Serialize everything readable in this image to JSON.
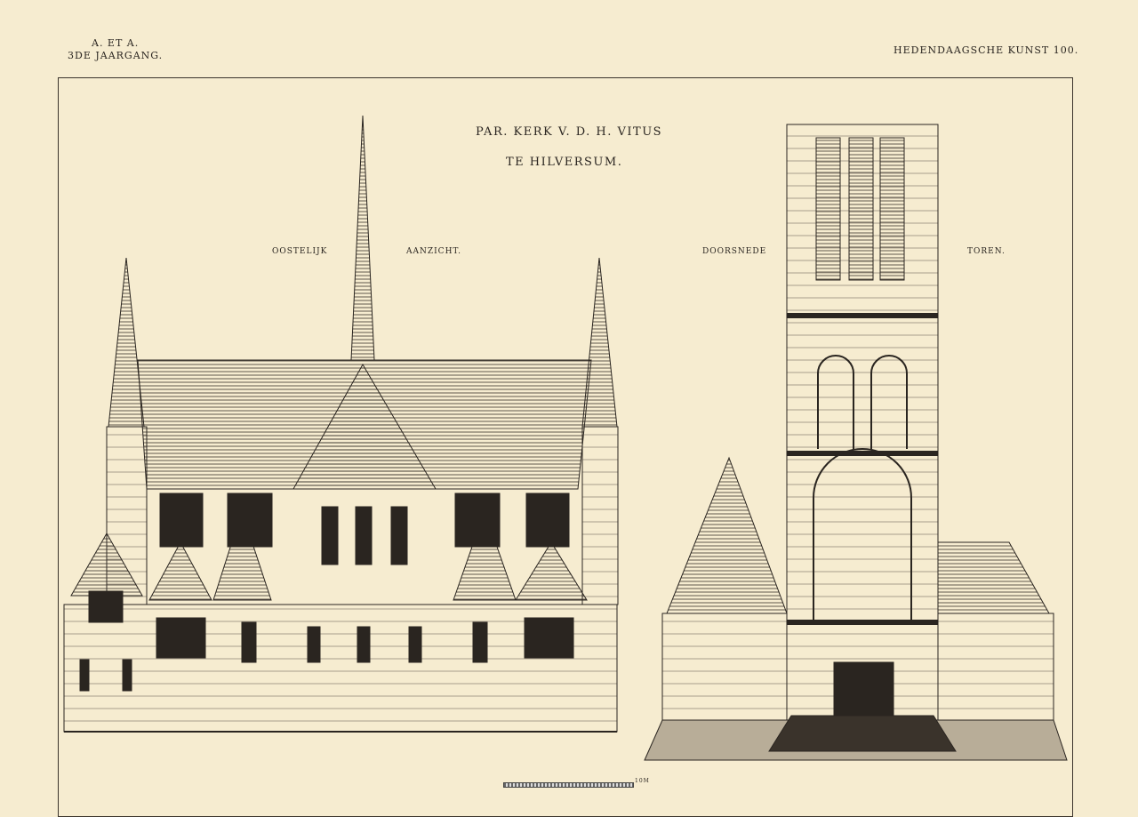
{
  "header": {
    "left_line1": "A. ET A.",
    "left_line2": "3DE JAARGANG.",
    "right": "HEDENDAAGSCHE KUNST 100."
  },
  "title": {
    "line1": "PAR. KERK V. D. H. VITUS",
    "line2": "TE HILVERSUM."
  },
  "labels": {
    "elevation_left": "OOSTELIJK",
    "elevation_right": "AANZICHT.",
    "section_left": "DOORSNEDE",
    "section_right": "TOREN."
  },
  "scale_bar": {
    "label": "10M"
  },
  "colors": {
    "paper": "#f6ecd0",
    "ink": "#2a2520"
  }
}
